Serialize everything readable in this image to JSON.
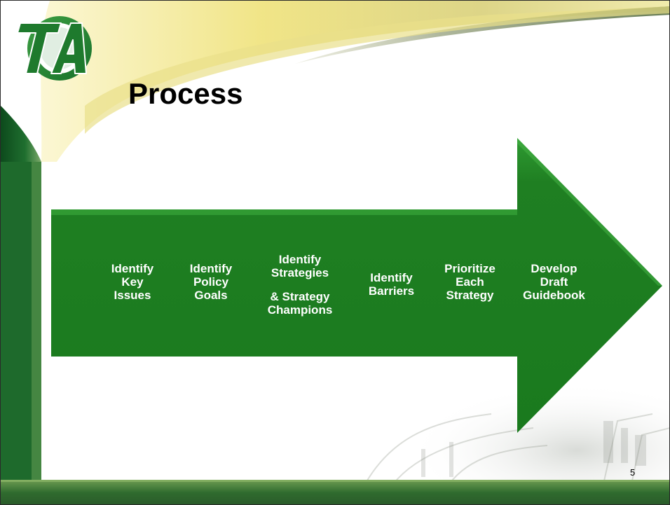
{
  "slide": {
    "title": "Process",
    "page_number": "5",
    "logo_text": "TA"
  },
  "steps": [
    {
      "label": "Identify\nKey\nIssues"
    },
    {
      "label": "Identify\nPolicy\nGoals"
    },
    {
      "label": "Identify\nStrategies"
    },
    {
      "label": "& Strategy\nChampions"
    },
    {
      "label": "Identify\nBarriers"
    },
    {
      "label": "Prioritize\nEach\nStrategy"
    },
    {
      "label": "Develop\nDraft\nGuidebook"
    }
  ],
  "colors": {
    "arrow_fill": "#1f7a1f",
    "arrow_highlight": "#2e9a2e",
    "left_band": "#1c5f2a",
    "swoosh_yellow": "#f3e79a",
    "bottom_band": "#2f6b2e",
    "text_on_arrow": "#ffffff"
  }
}
